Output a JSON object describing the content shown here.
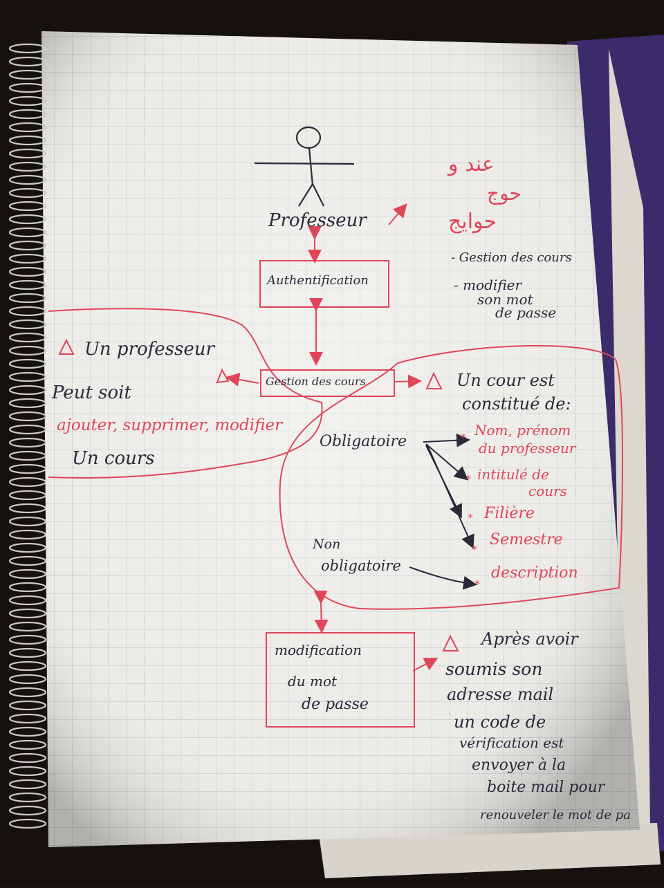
{
  "actor": {
    "label": "Professeur"
  },
  "arabic_notes": [
    "عند و",
    "حوج",
    "حوايج"
  ],
  "professor_functions": [
    "- Gestion des cours",
    "- modifier",
    "son mot",
    "de passe"
  ],
  "boxes": {
    "auth": "Authentification",
    "gestion": "Gestion des cours",
    "modif": [
      "modification",
      "du mot",
      "de passe"
    ]
  },
  "left_note": {
    "warning": "Un professeur",
    "lines": [
      "Peut soit",
      "ajouter, supprimer, modifier",
      "Un cours"
    ]
  },
  "right_note": {
    "warning": "Un cour est",
    "line2": "constitué de:"
  },
  "obligatoire": "Obligatoire",
  "non_obligatoire": [
    "Non",
    "obligatoire"
  ],
  "fields": [
    [
      "Nom, prénom",
      "du professeur"
    ],
    [
      "intitulé de",
      "cours"
    ],
    [
      "Filière"
    ],
    [
      "Semestre"
    ],
    [
      "description"
    ]
  ],
  "bottom_note": [
    "Après avoir",
    "soumis son",
    "adresse mail",
    "un code de",
    "vérification est",
    "envoyer à la",
    "boite mail pour",
    "renouveler le mot de pa"
  ],
  "colors": {
    "ink": "#2a2a3a",
    "red_pen": "#e0465a",
    "grid": "#b9c2cf",
    "paper": "#ecebe6"
  }
}
